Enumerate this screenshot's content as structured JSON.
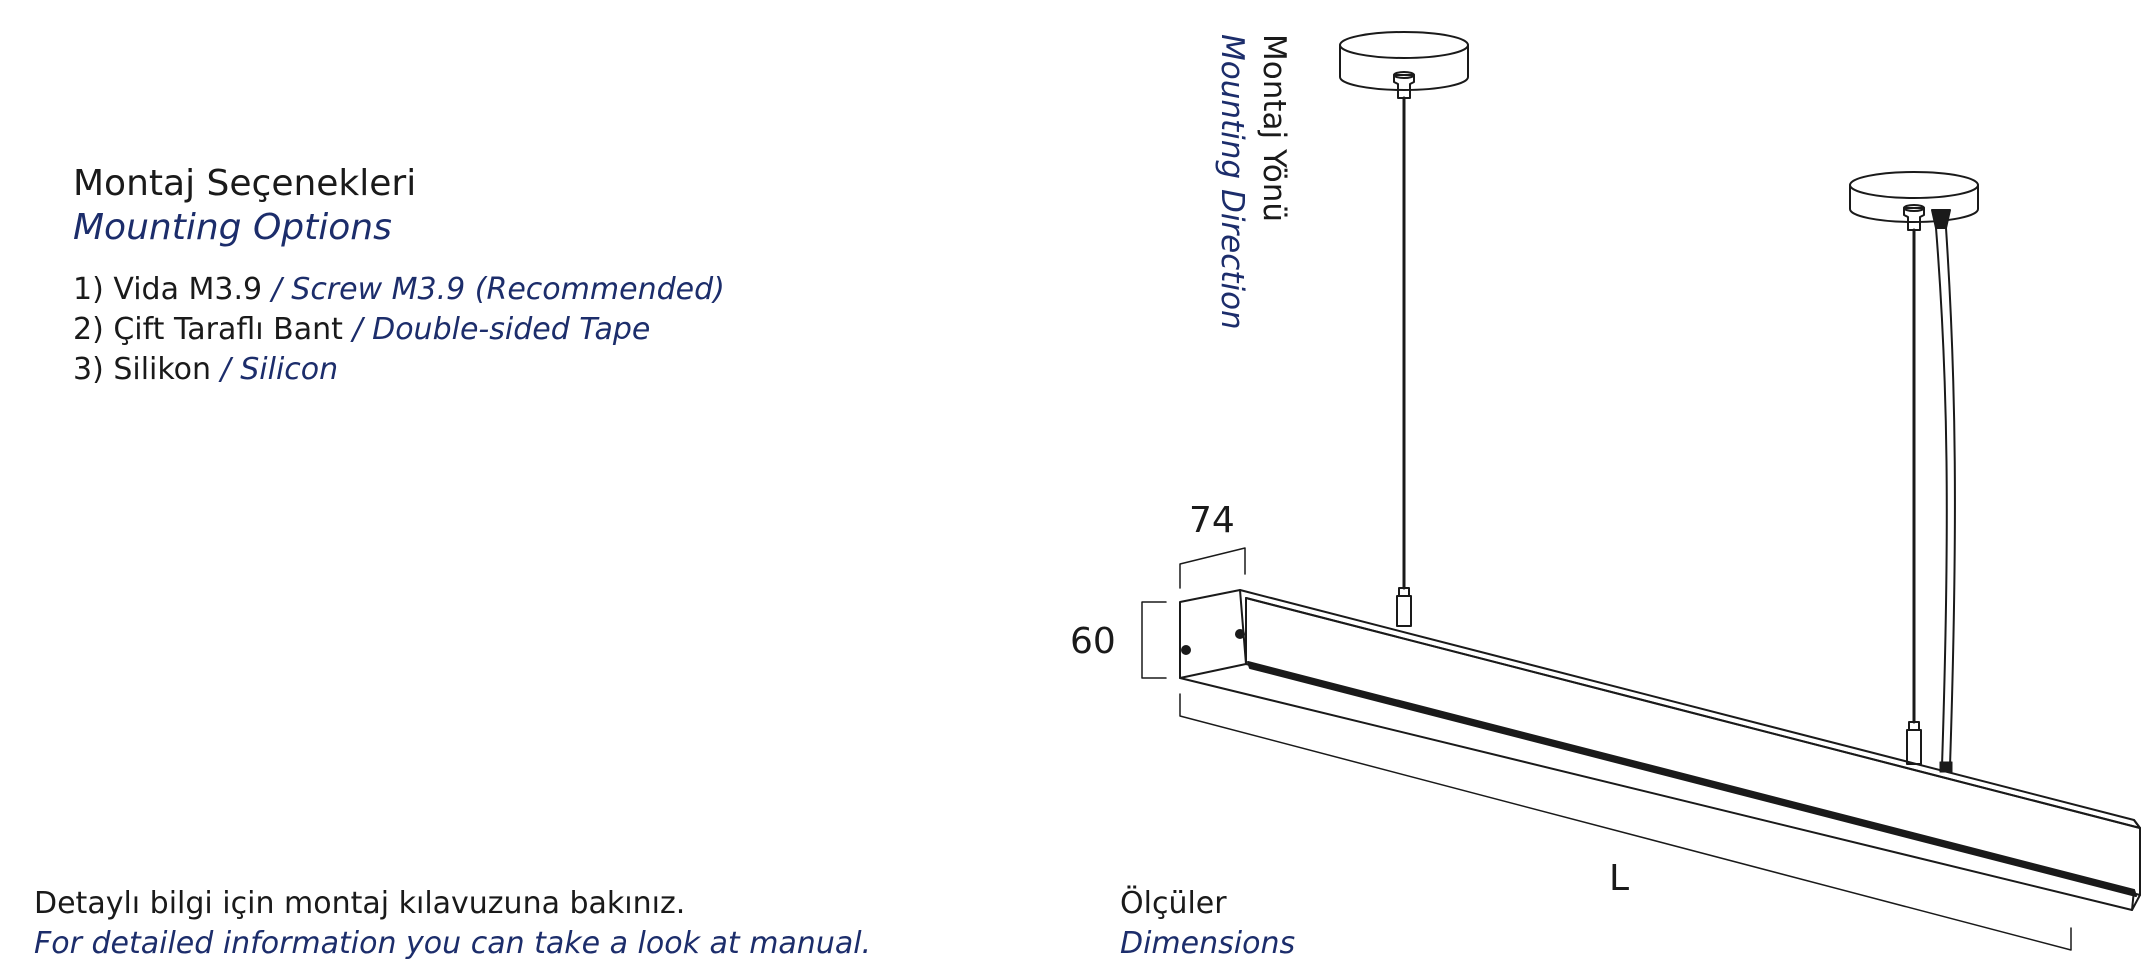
{
  "mounting_options": {
    "title_tr": "Montaj Seçenekleri",
    "title_en": "Mounting Options",
    "options": [
      {
        "tr": "1) Vida M3.9",
        "en": " / Screw M3.9 (Recommended)"
      },
      {
        "tr": "2) Çift Taraflı Bant",
        "en": " / Double-sided Tape"
      },
      {
        "tr": "3) Silikon",
        "en": " / Silicon"
      }
    ]
  },
  "mounting_direction": {
    "tr": "Montaj Yönü",
    "en": "Mounting Direction"
  },
  "dimensions": {
    "width": "74",
    "height": "60",
    "length": "L",
    "label_tr": "Ölçüler",
    "label_en": "Dimensions"
  },
  "manual_note": {
    "tr": "Detaylı bilgi için montaj kılavuzuna bakınız.",
    "en": "For detailed information you can take a look at manual."
  },
  "colors": {
    "text": "#1a1a1a",
    "accent": "#1c2d6b",
    "line": "#1a1a1a"
  }
}
